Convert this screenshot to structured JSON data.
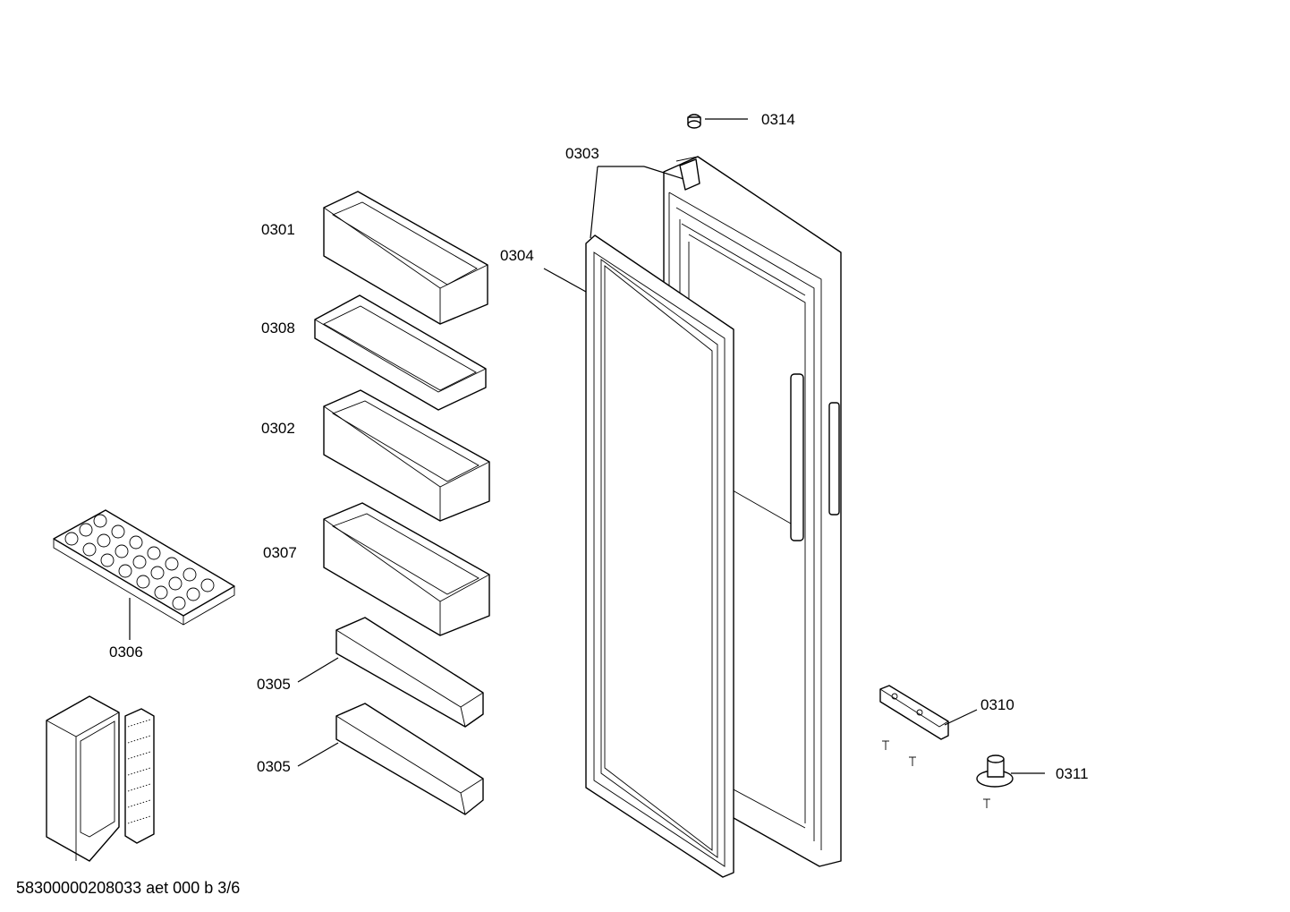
{
  "labels": {
    "p0314": "0314",
    "p0303": "0303",
    "p0301": "0301",
    "p0304": "0304",
    "p0308": "0308",
    "p0302": "0302",
    "p0307": "0307",
    "p0306": "0306",
    "p0305a": "0305",
    "p0305b": "0305",
    "p0310": "0310",
    "p0311": "0311"
  },
  "footer": {
    "code": "58300000208033 aet 000 b 3/6"
  }
}
